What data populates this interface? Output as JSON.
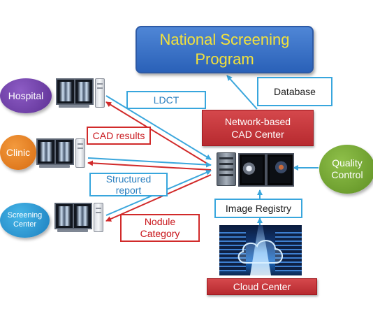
{
  "diagram": {
    "national_program": "National Screening Program",
    "database": "Database",
    "cad_center": "Network-based CAD Center",
    "quality_control": "Quality Control",
    "image_registry": "Image Registry",
    "cloud_center": "Cloud Center",
    "nodes": {
      "hospital": "Hospital",
      "clinic": "Clinic",
      "screening_center": "Screening Center"
    },
    "flows": {
      "ldct": "LDCT",
      "cad_results": "CAD results",
      "structured_report": "Structured report",
      "nodule_category": "Nodule Category"
    }
  },
  "colors": {
    "to_center_arrow": "#3aa6dc",
    "from_center_arrow": "#d12a2a",
    "title_text": "#f4e23a",
    "title_box": "#2a61b8",
    "cad_box": "#c0353a",
    "hospital": "#6b3aa3",
    "clinic": "#e97d22",
    "screening_center": "#2a98d4",
    "quality_control": "#76a83a"
  },
  "icons": {
    "workstation": "x-ray-workstation-icon",
    "server": "server-workstation-icon",
    "cloud": "cloud-datacenter-icon"
  }
}
